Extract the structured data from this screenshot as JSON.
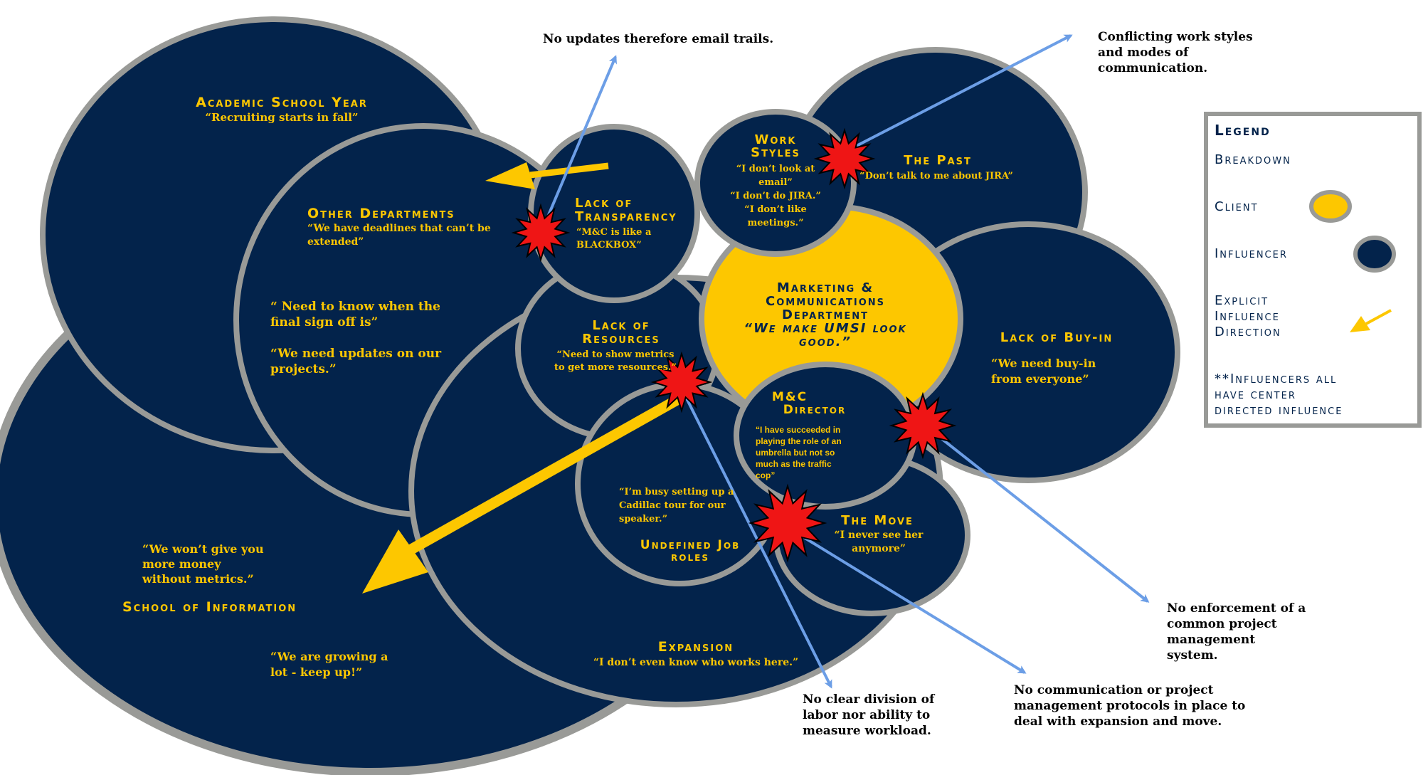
{
  "colors": {
    "influencer": "#03234b",
    "client": "#fdc700",
    "border": "#999a97",
    "title_text": "#fdc700",
    "arrow_blue": "#6c9ee6",
    "arrow_yellow": "#fdc700",
    "breakdown": "#ef1515",
    "legend_text": "#03234b"
  },
  "circles": {
    "academic": {
      "title": "Academic School Year",
      "quote": "“Recruiting starts in fall”"
    },
    "other_departments": {
      "title": "Other Departments",
      "quote1": "“We have deadlines that can’t be",
      "quote2": "extended”",
      "quote3": "“ Need to know when the",
      "quote4": "final sign off is”",
      "quote5": "“We need updates on our",
      "quote6": "projects.”"
    },
    "school": {
      "title": "School of Information",
      "quote1": "“We won’t give you",
      "quote2": "more money",
      "quote3": "without metrics.”",
      "quote4": "“We are growing a",
      "quote5": "lot - keep up!”"
    },
    "expansion": {
      "title": "Expansion",
      "quote": "“I don’t even know who works here.”"
    },
    "transparency": {
      "title1": "Lack of",
      "title2": "Transparency",
      "quote1": "“M&C is like a",
      "quote2": "BLACKBOX”"
    },
    "resources": {
      "title1": "Lack of",
      "title2": "Resources",
      "quote1": "“Need to show metrics",
      "quote2": "to get more resources.”"
    },
    "roles": {
      "quote1": "“I’m busy setting up a",
      "quote2": "Cadillac tour for our",
      "quote3": "speaker.”",
      "title1": "Undefined Job",
      "title2": "roles"
    },
    "work_styles": {
      "title1": "Work",
      "title2": "Styles",
      "quote1": "“I don’t look at",
      "quote2": "email”",
      "quote3": "“I don’t do JIRA.”",
      "quote4": "“I don’t like",
      "quote5": "meetings.”"
    },
    "past": {
      "title": "The Past",
      "quote": "“Don’t talk to me about JIRA”"
    },
    "buyin": {
      "title": "Lack of Buy-in",
      "quote1": "“We need buy-in",
      "quote2": "from everyone”"
    },
    "client": {
      "title1": "Marketing &",
      "title2": "Communications",
      "title3": "Department",
      "quote1": "“We make UMSI look",
      "quote2": "good.”"
    },
    "director": {
      "title1": "M&C",
      "title2": "Director",
      "quote1": "“I have succeeded in",
      "quote2": "playing the role of an",
      "quote3": "umbrella but not so",
      "quote4": "much as the traffic",
      "quote5": "cop”"
    },
    "move": {
      "title": "The Move",
      "quote1": "“I never see her",
      "quote2": "anymore”"
    }
  },
  "callouts": {
    "email_trails": "No updates therefore email trails.",
    "conflicting": [
      "Conflicting work styles",
      "and modes of",
      "communication."
    ],
    "enforcement": [
      "No enforcement of a",
      "common project",
      "management",
      "system."
    ],
    "protocols": [
      "No communication or project",
      "management protocols in place to",
      "deal with expansion and move."
    ],
    "division": [
      "No clear division of",
      "labor nor ability to",
      "measure workload."
    ]
  },
  "legend": {
    "title": "Legend",
    "breakdown": "Breakdown",
    "client": "Client",
    "influencer": "Influencer",
    "explicit": [
      "Explicit",
      "Influence",
      "Direction"
    ],
    "note": [
      "**Influencers all",
      "have center",
      "directed influence"
    ]
  }
}
